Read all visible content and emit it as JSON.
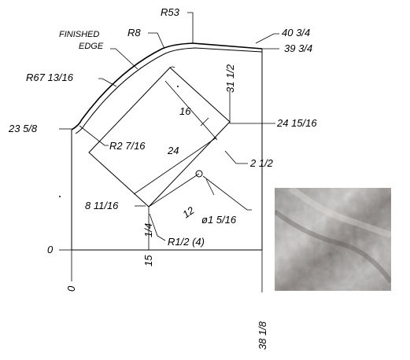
{
  "labels": {
    "finished_edge_1": "FINISHED",
    "finished_edge_2": "EDGE",
    "r53": "R53",
    "r8": "R8",
    "d40_3_4": "40  3/4",
    "d39_3_4": "39  3/4",
    "r67": "R67  13/16",
    "d31_1_2": "31  1/2",
    "d16": "16",
    "d24_15_16": "24  15/16",
    "d23_5_8": "23  5/8",
    "r2_7_16": "R2  7/16",
    "d24": "24",
    "d2_1_2": "2  1/2",
    "d8_11_16": "8  11/16",
    "d12": "12",
    "hole": "ø1  5/16",
    "d1_4": "1/4",
    "d15": "15",
    "r1_2": "R1/2  (4)",
    "zero_left": "0",
    "zero_bottom": "0",
    "d38_1_8": "38  1/8"
  },
  "colors": {
    "line": "#000000",
    "background": "#ffffff",
    "stone_base": "#a4a2a0",
    "stone_dark": "#5a5450",
    "stone_light": "#d8d6d2"
  }
}
